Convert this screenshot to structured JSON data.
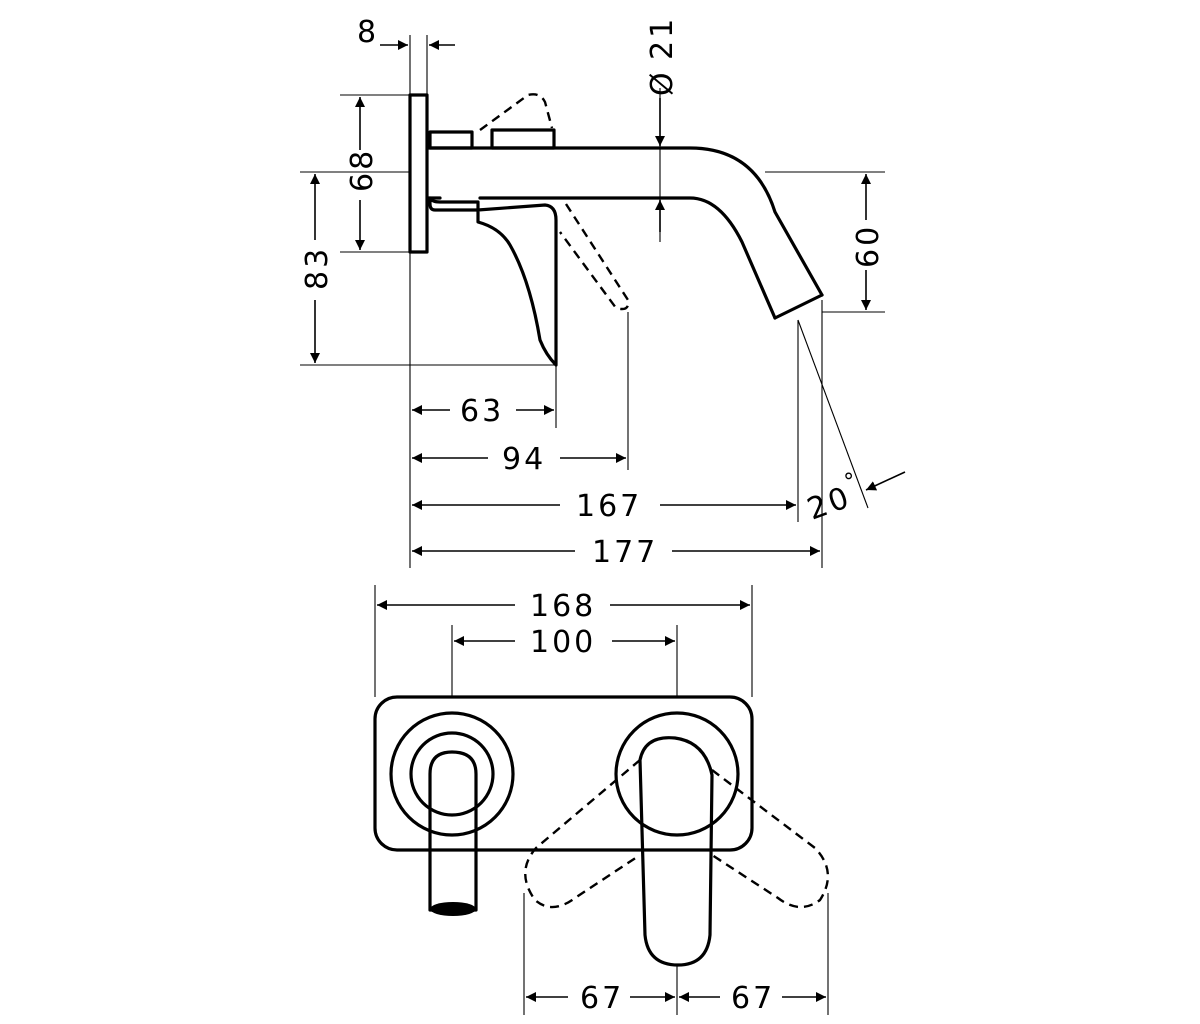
{
  "drawing": {
    "side_view": {
      "dims": {
        "plate_thickness": "8",
        "pipe_diameter_symbol": "Ø",
        "pipe_diameter": "21",
        "plate_height": "68",
        "total_height": "83",
        "spout_height": "60",
        "lever_reach": "63",
        "lever_open_reach": "94",
        "spout_outlet_inner": "167",
        "spout_outlet_outer": "177",
        "outlet_angle": "20",
        "angle_unit": "°"
      }
    },
    "front_view": {
      "dims": {
        "plate_width": "168",
        "center_distance": "100",
        "swing_left": "67",
        "swing_right": "67"
      }
    }
  }
}
